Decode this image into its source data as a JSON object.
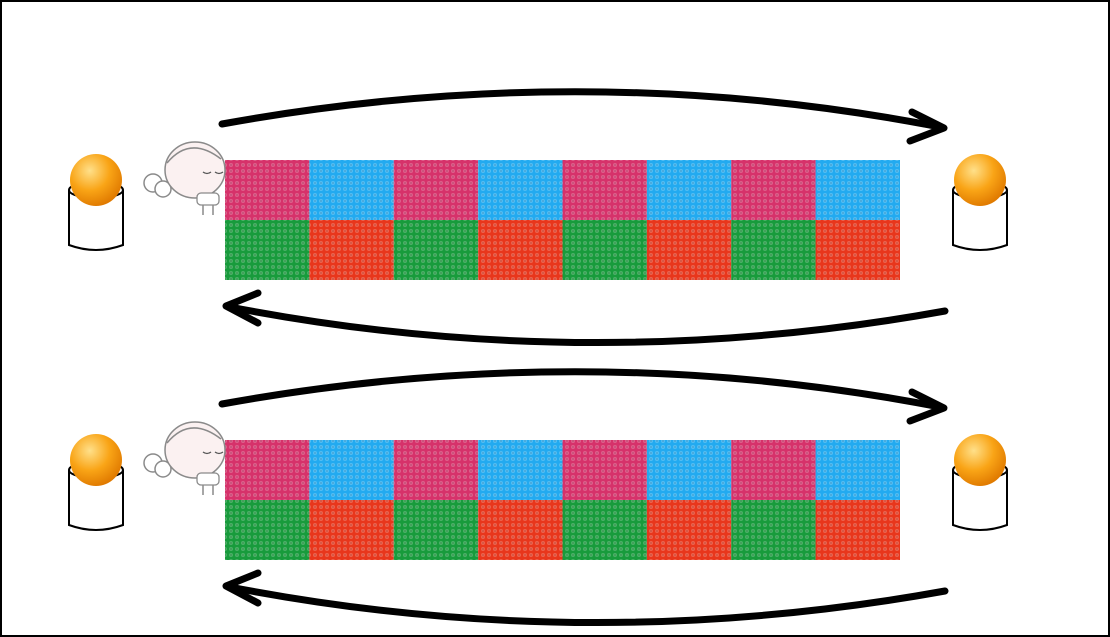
{
  "diagram": {
    "lanes": [
      {
        "mat": {
          "top_row": [
            "magenta",
            "cyan",
            "magenta",
            "cyan",
            "magenta",
            "cyan",
            "magenta",
            "cyan"
          ],
          "bottom_row": [
            "green",
            "red",
            "green",
            "red",
            "green",
            "red",
            "green",
            "red"
          ]
        },
        "arrows": [
          "right",
          "left"
        ],
        "cones": [
          "left",
          "right"
        ],
        "child": "start-left"
      },
      {
        "mat": {
          "top_row": [
            "magenta",
            "cyan",
            "magenta",
            "cyan",
            "magenta",
            "cyan",
            "magenta",
            "cyan"
          ],
          "bottom_row": [
            "green",
            "red",
            "green",
            "red",
            "green",
            "red",
            "green",
            "red"
          ]
        },
        "arrows": [
          "right",
          "left"
        ],
        "cones": [
          "left",
          "right"
        ],
        "child": "start-left"
      }
    ]
  },
  "colors": {
    "magenta": "#d6326a",
    "cyan": "#22aaf0",
    "green": "#189b3c",
    "red": "#e8361c",
    "ball": "#f9a416",
    "ball_highlight": "#ffd466",
    "arrow": "#000000",
    "border": "#000000"
  }
}
